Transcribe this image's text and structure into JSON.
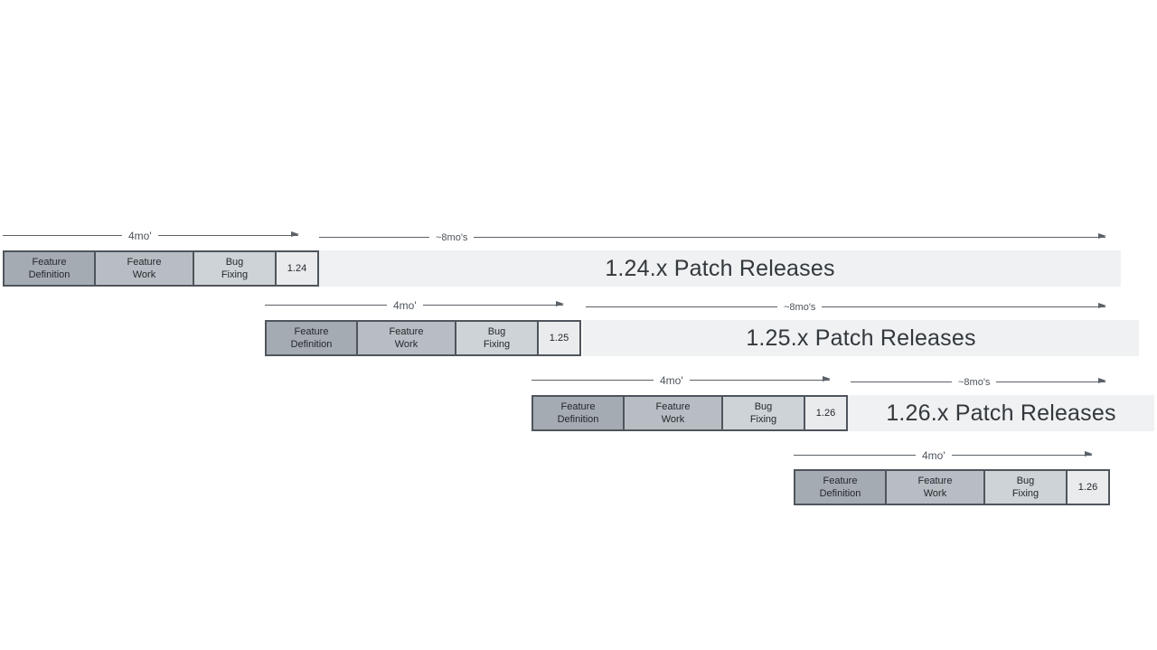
{
  "diagram": {
    "phases": {
      "feature_definition": "Feature\nDefinition",
      "feature_work": "Feature\nWork",
      "bug_fixing": "Bug\nFixing"
    },
    "rows": [
      {
        "version": "1.24",
        "dev_duration": "4mo'",
        "patch_duration": "~8mo's",
        "patch_label": "1.24.x Patch Releases"
      },
      {
        "version": "1.25",
        "dev_duration": "4mo'",
        "patch_duration": "~8mo's",
        "patch_label": "1.25.x Patch Releases"
      },
      {
        "version": "1.26",
        "dev_duration": "4mo'",
        "patch_duration": "~8mo's",
        "patch_label": "1.26.x Patch Releases"
      },
      {
        "version": "1.26",
        "dev_duration": "4mo'"
      }
    ],
    "colors": {
      "feature_definition_fill": "#a4abb2",
      "feature_work_fill": "#b7bdc3",
      "bug_fixing_fill": "#ced3d7",
      "version_box_fill": "#e9ebed",
      "patch_bar_fill": "#eff1f2",
      "box_border": "#4f555c",
      "arrow": "#5b6168",
      "background": "#ffffff"
    }
  }
}
